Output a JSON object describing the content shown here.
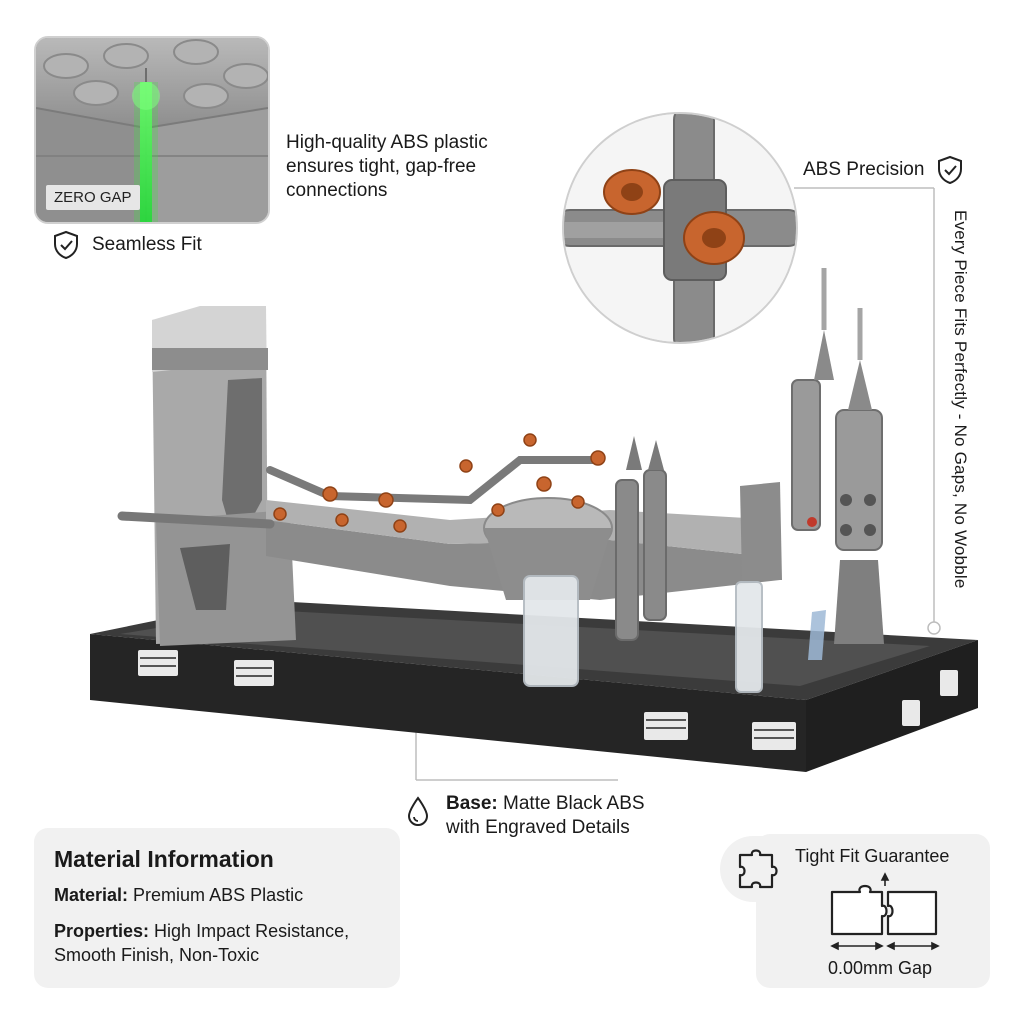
{
  "badges": {
    "zero_gap": "ZERO GAP",
    "seamless_fit": "Seamless Fit",
    "abs_precision": "ABS Precision"
  },
  "callouts": {
    "quality_text": [
      "High-quality ABS plastic",
      "ensures tight, gap-free",
      "connections"
    ],
    "vertical_text": "Every Piece Fits Perfectly - No Gaps, No Wobble",
    "base_label": "Base:",
    "base_value_1": "Matte Black ABS",
    "base_value_2": "with Engraved Details"
  },
  "material_info": {
    "title": "Material Information",
    "material_label": "Material:",
    "material_value": "Premium ABS Plastic",
    "properties_label": "Properties:",
    "properties_value_1": "High Impact Resistance,",
    "properties_value_2": "Smooth Finish, Non-Toxic"
  },
  "guarantee": {
    "title": "Tight Fit Guarantee",
    "gap_value": "0.00mm Gap"
  },
  "icons": {
    "shield": "shield-check-icon",
    "drop": "drop-icon",
    "puzzle": "puzzle-piece-icon"
  },
  "colors": {
    "accent_green": "#39e639",
    "brick_gray": "#a8a8a8",
    "base_black": "#2a2a2a",
    "stud_orange": "#c8652e"
  }
}
